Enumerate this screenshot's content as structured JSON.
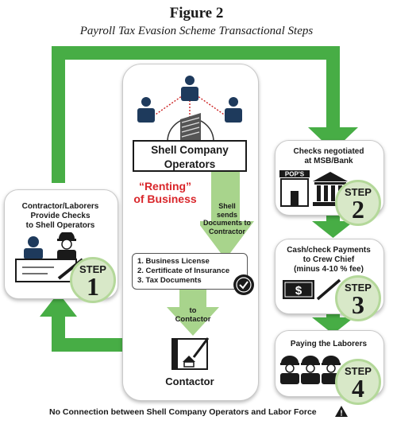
{
  "figure": {
    "title": "Figure 2",
    "subtitle": "Payroll Tax Evasion Scheme Transactional Steps"
  },
  "center": {
    "operators_box_label_1": "Shell Company",
    "operators_box_label_2": "Operators",
    "renting_label_1": "“Renting”",
    "renting_label_2": "of Business",
    "sends_label": [
      "Shell",
      "sends",
      "Documents to",
      "Contractor"
    ],
    "documents": [
      "1. Business License",
      "2. Certificate of Insurance",
      "3. Tax Documents"
    ],
    "to_contactor_label": [
      "to",
      "Contactor"
    ],
    "contactor_label": "Contactor"
  },
  "left_card": {
    "text": [
      "Contractor/Laborers",
      "Provide Checks",
      "to Shell Operators"
    ],
    "step_word": "STEP",
    "step_number": "1"
  },
  "right_cards": [
    {
      "text": [
        "Checks negotiated",
        "at  MSB/Bank"
      ],
      "sign": "POP'S",
      "step_word": "STEP",
      "step_number": "2"
    },
    {
      "text": [
        "Cash/check Payments",
        "to Crew Chief",
        "(minus 4-10 % fee)"
      ],
      "money_symbol": "$",
      "step_word": "STEP",
      "step_number": "3"
    },
    {
      "text": [
        "Paying the Laborers"
      ],
      "step_word": "STEP",
      "step_number": "4"
    }
  ],
  "footer": {
    "text": "No Connection between Shell Company Operators and Labor Force",
    "warning_glyph": "!"
  },
  "colors": {
    "arrow_green": "#47ad45",
    "step_fill": "#d8e8c8",
    "step_ring": "#b4d89a",
    "person_blue": "#1e3a5c",
    "dotted_red": "#cc2222",
    "accent_red": "#d9262b"
  },
  "icons": [
    "people-network-icon",
    "building-icon",
    "store-icon",
    "bank-icon",
    "laborer-icon",
    "check-pen-icon",
    "seal-icon",
    "blueprint-icon",
    "money-icon",
    "warning-icon"
  ]
}
